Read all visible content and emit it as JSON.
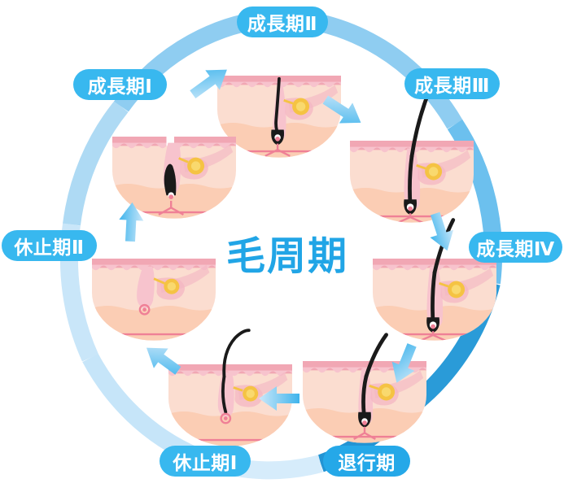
{
  "diagram": {
    "center_title": "毛周期",
    "center_title_color": "#21a5e6",
    "ring": {
      "type": "ellipse-cycle-ring",
      "segment_colors": {
        "pale": "#cfe7f9",
        "light": "#a8d9f4",
        "medium": "#7fc8ef",
        "strong": "#3ba9e0",
        "dark": "#2294d4"
      }
    },
    "stages": [
      {
        "id": "anagen-2",
        "label": "成長期Ⅱ",
        "badge_color": "#38b8ef",
        "position": "top",
        "illustration": "skin-follicle-hair-short"
      },
      {
        "id": "anagen-3",
        "label": "成長期Ⅲ",
        "badge_color": "#38b8ef",
        "position": "top-right",
        "illustration": "skin-follicle-hair-long"
      },
      {
        "id": "anagen-4",
        "label": "成長期Ⅳ",
        "badge_color": "#38b8ef",
        "position": "right",
        "illustration": "skin-follicle-hair-longest"
      },
      {
        "id": "catagen",
        "label": "退行期",
        "badge_color": "#25a8e8",
        "position": "bottom-right",
        "illustration": "skin-follicle-hair-regressing"
      },
      {
        "id": "telogen-1",
        "label": "休止期Ⅰ",
        "badge_color": "#38b8ef",
        "position": "bottom-left",
        "illustration": "skin-follicle-hair-club"
      },
      {
        "id": "telogen-2",
        "label": "休止期Ⅱ",
        "badge_color": "#38b8ef",
        "position": "left",
        "illustration": "skin-follicle-empty"
      },
      {
        "id": "anagen-1",
        "label": "成長期Ⅰ",
        "badge_color": "#38b8ef",
        "position": "top-left",
        "illustration": "skin-follicle-hair-bud"
      }
    ],
    "arrows": [
      {
        "id": "arrow-anagen1-to-anagen2",
        "direction": "up-right"
      },
      {
        "id": "arrow-anagen2-to-anagen3",
        "direction": "down-right"
      },
      {
        "id": "arrow-anagen3-to-anagen4",
        "direction": "down"
      },
      {
        "id": "arrow-anagen4-to-catagen",
        "direction": "down-left"
      },
      {
        "id": "arrow-catagen-to-telogen1",
        "direction": "left"
      },
      {
        "id": "arrow-telogen1-to-telogen2",
        "direction": "up-left"
      },
      {
        "id": "arrow-telogen2-to-anagen1",
        "direction": "up"
      }
    ],
    "illustration_colors": {
      "epidermis": "#f1a7b4",
      "epidermis_light": "#f7c3cd",
      "dermis": "#fbddd0",
      "subcutis": "#fbcdb4",
      "sebaceous_gland": "#f5c343",
      "hair": "#1a1a1a",
      "papilla_vessel": "#ef8096"
    }
  }
}
